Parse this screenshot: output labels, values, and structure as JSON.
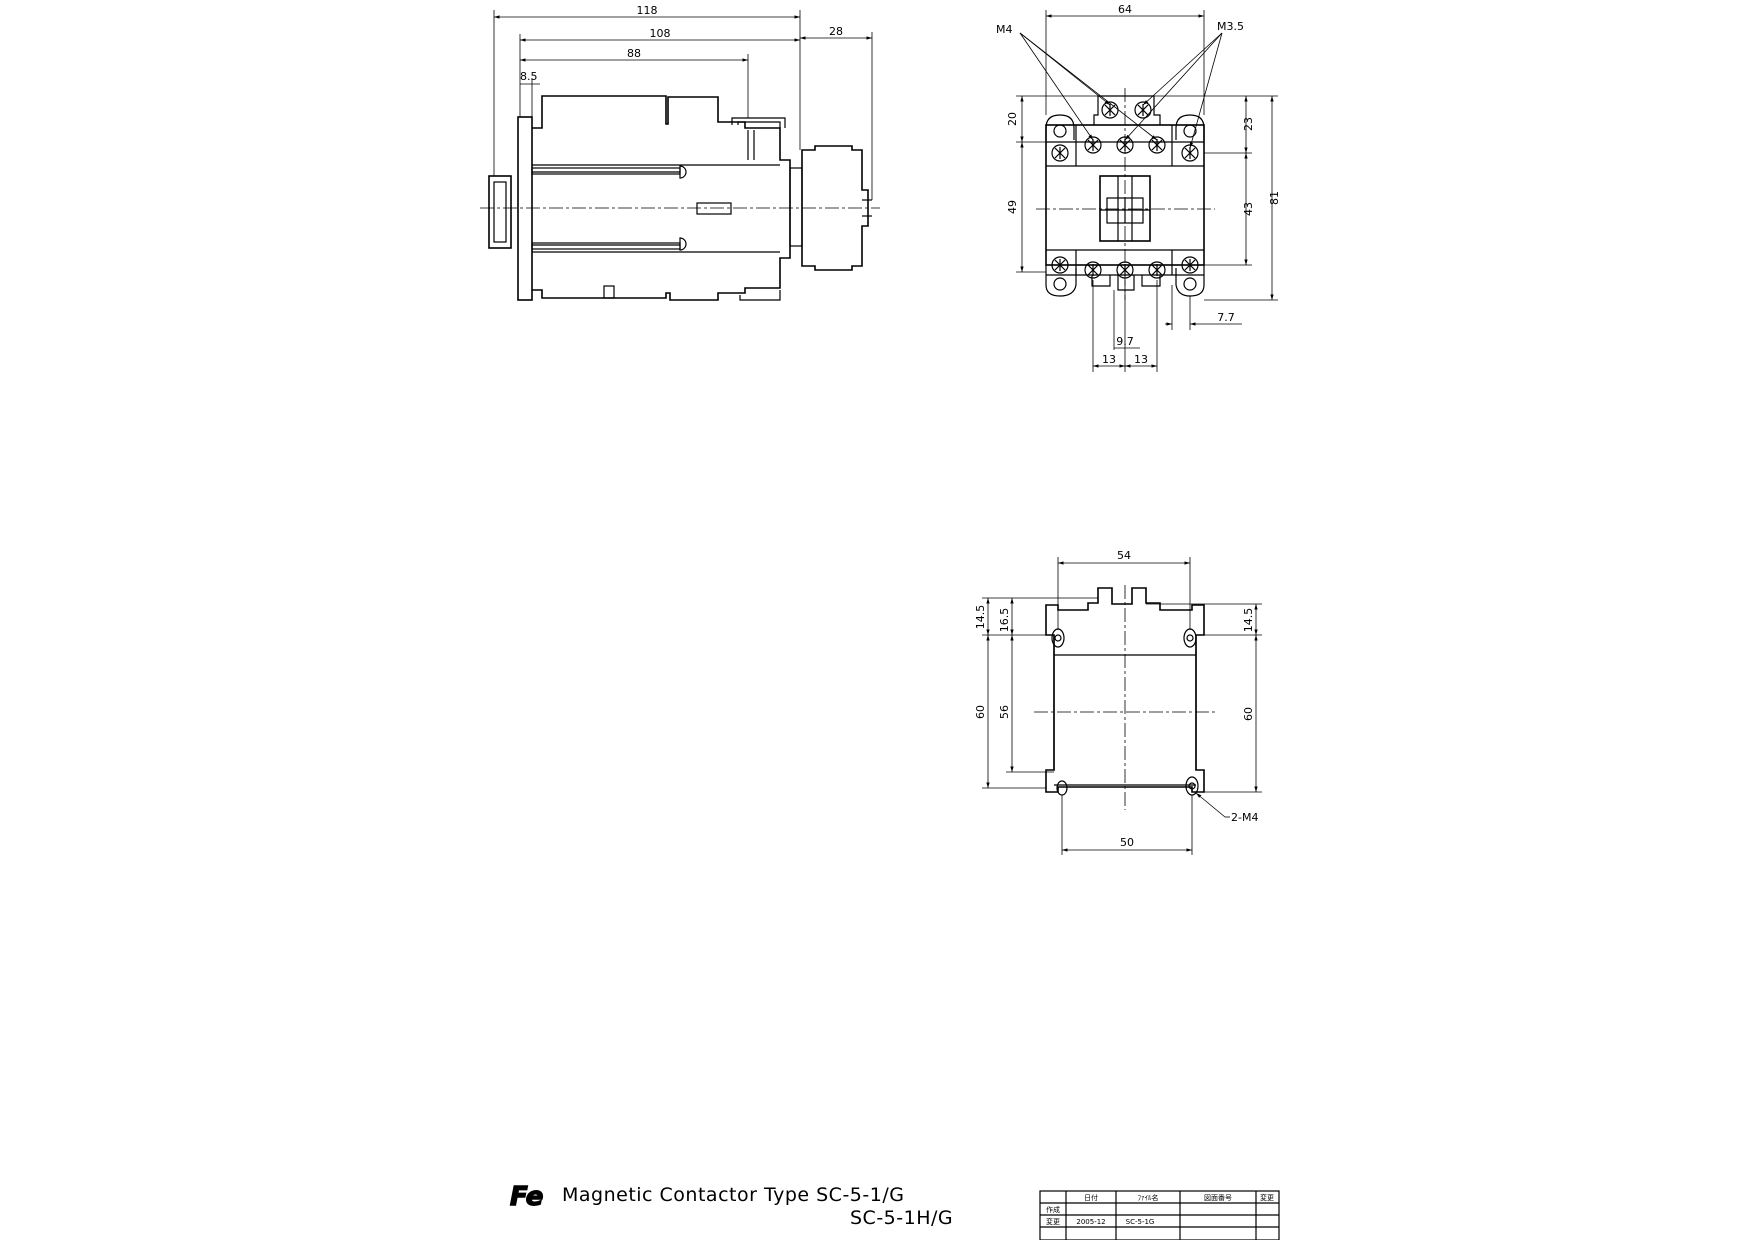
{
  "dimensions": {
    "side_view": {
      "overall_length": "118",
      "body_length": "108",
      "length_88": "88",
      "flange": "8.5",
      "terminal_extension": "28"
    },
    "front_view": {
      "width": "64",
      "screw_label_left": "M4",
      "screw_label_right": "M3.5",
      "top_20": "20",
      "body_49": "49",
      "top_23": "23",
      "center_43": "43",
      "total_81": "81",
      "pitch_13_left": "13",
      "pitch_13_right": "13",
      "offset_9_7": "9.7",
      "offset_7_7": "7.7"
    },
    "mounting_view": {
      "width_54": "54",
      "width_50": "50",
      "left_14_5": "14.5",
      "left_16_5": "16.5",
      "left_60": "60",
      "left_56": "56",
      "right_14_5": "14.5",
      "right_60": "60",
      "hole_label": "2-M4"
    }
  },
  "title_block": {
    "logo": "Fe",
    "title_line1": "Magnetic Contactor Type  SC-5-1/G",
    "title_line2": "SC-5-1H/G",
    "table_headers": [
      "",
      "日付",
      "ﾌｧｲﾙ名",
      "図面番号",
      "変更"
    ],
    "row_1_label": "作成",
    "row_2_label": "変更",
    "row_2_date": "2005-12",
    "row_2_file": "SC-5-1G"
  }
}
